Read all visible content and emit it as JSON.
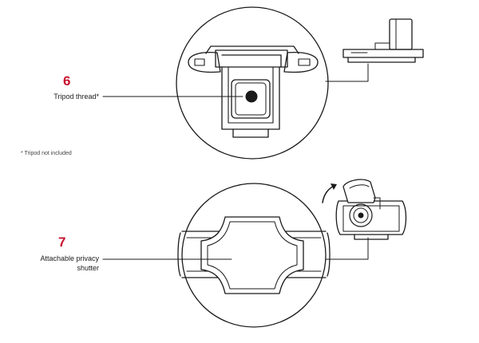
{
  "accent_color": "#c8102e",
  "callouts": [
    {
      "number": "6",
      "label_lines": [
        "Tripod thread*"
      ]
    },
    {
      "number": "7",
      "label_lines": [
        "Attachable privacy",
        "shutter"
      ]
    }
  ],
  "footnote": "* Tripod not included",
  "icons": [
    "tripod-thread-detail-icon",
    "webcam-on-monitor-icon",
    "privacy-shutter-detail-icon",
    "webcam-with-shutter-icon",
    "rotate-arrow-icon"
  ]
}
